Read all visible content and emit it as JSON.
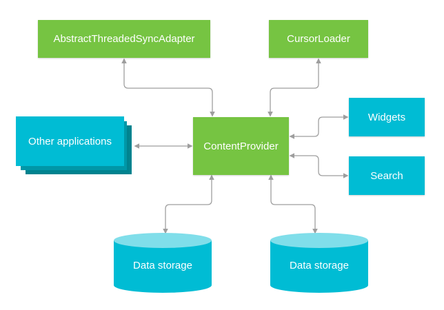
{
  "nodes": {
    "sync_adapter": "AbstractThreadedSyncAdapter",
    "cursor_loader": "CursorLoader",
    "other_apps": "Other applications",
    "content_provider": "ContentProvider",
    "widgets": "Widgets",
    "search": "Search",
    "storage_left": "Data storage",
    "storage_right": "Data storage"
  },
  "colors": {
    "green": "#76c442",
    "cyan": "#00bcd4",
    "cyan_dark": "#0097a7",
    "cyan_darker": "#00838f",
    "connector": "#9e9e9e"
  }
}
